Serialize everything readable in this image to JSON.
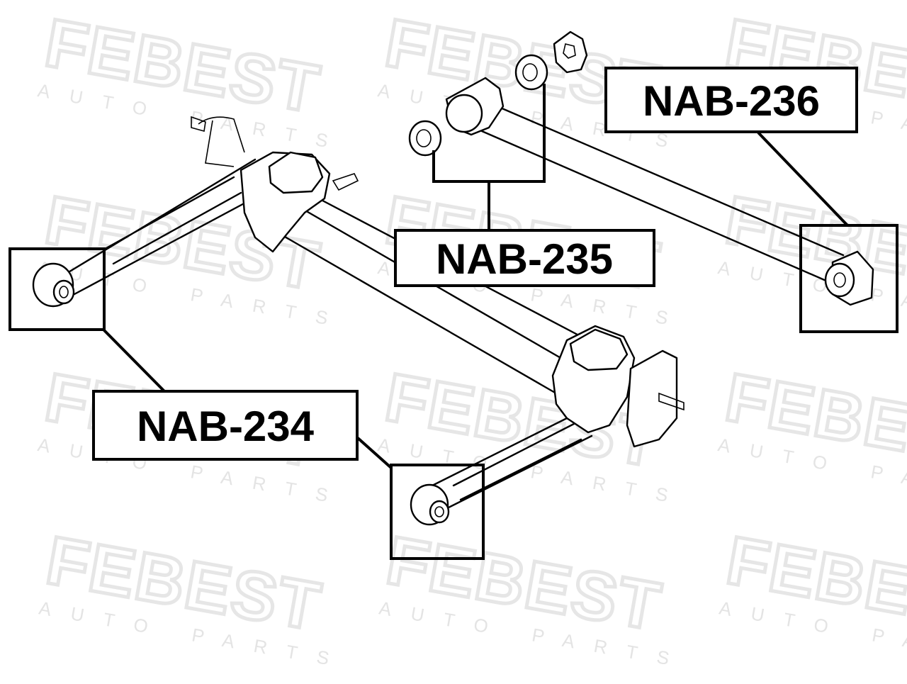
{
  "watermark": {
    "brand": "FEBEST",
    "tagline": "AUTO PARTS"
  },
  "labels": {
    "nab234": "NAB-234",
    "nab235": "NAB-235",
    "nab236": "NAB-236"
  }
}
